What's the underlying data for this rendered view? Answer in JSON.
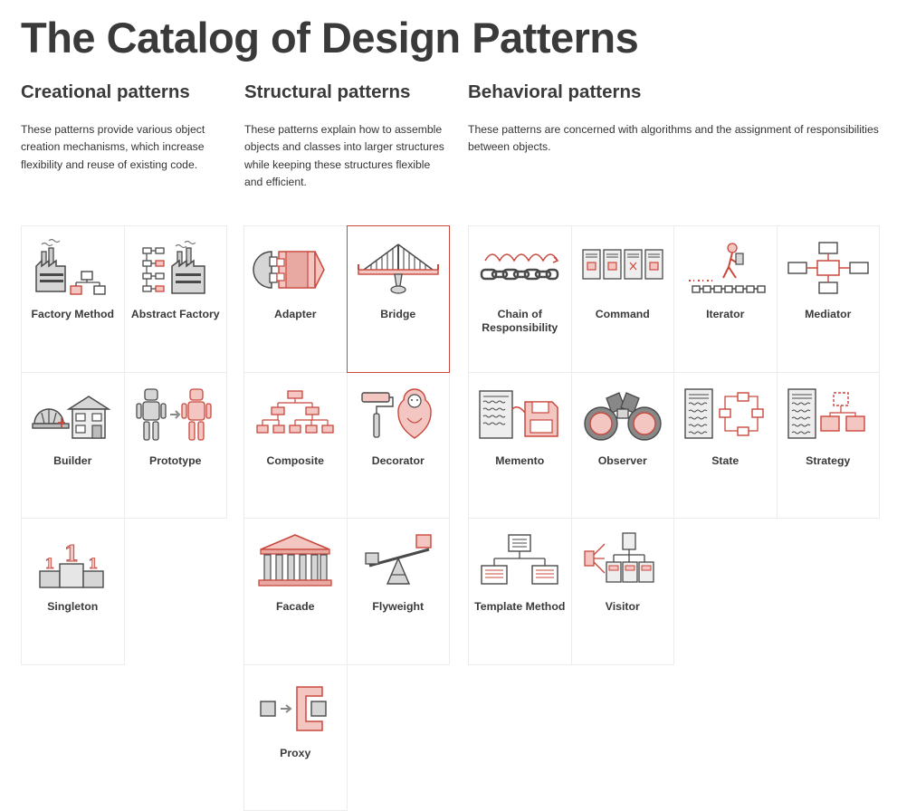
{
  "page": {
    "title": "The Catalog of Design Patterns"
  },
  "categories": [
    {
      "title": "Creational patterns",
      "description": "These patterns provide various object creation mechanisms, which increase flexibility and reuse of existing code.",
      "patterns": [
        "Factory Method",
        "Abstract Factory",
        "Builder",
        "Prototype",
        "Singleton"
      ]
    },
    {
      "title": "Structural patterns",
      "description": "These patterns explain how to assemble objects and classes into larger structures while keeping these structures flexible and efficient.",
      "patterns": [
        "Adapter",
        "Bridge",
        "Composite",
        "Decorator",
        "Facade",
        "Flyweight",
        "Proxy"
      ]
    },
    {
      "title": "Behavioral patterns",
      "description": "These patterns are concerned with algorithms and the assignment of responsibilities between objects.",
      "patterns": [
        "Chain of Responsibility",
        "Command",
        "Iterator",
        "Mediator",
        "Memento",
        "Observer",
        "State",
        "Strategy",
        "Template Method",
        "Visitor"
      ]
    }
  ],
  "selected_pattern": "Bridge",
  "colors": {
    "accent": "#c9483d",
    "accent_light": "#f3c6c2",
    "gray": "#d9d9d9",
    "ink": "#4a4a4a"
  },
  "icons": {
    "creational": [
      "factory-method-icon",
      "abstract-factory-icon",
      "builder-icon",
      "prototype-icon",
      "singleton-icon"
    ],
    "structural": [
      "adapter-icon",
      "bridge-icon",
      "composite-icon",
      "decorator-icon",
      "facade-icon",
      "flyweight-icon",
      "proxy-icon"
    ],
    "behavioral": [
      "chain-of-responsibility-icon",
      "command-icon",
      "iterator-icon",
      "mediator-icon",
      "memento-icon",
      "observer-icon",
      "state-icon",
      "strategy-icon",
      "template-method-icon",
      "visitor-icon"
    ]
  }
}
